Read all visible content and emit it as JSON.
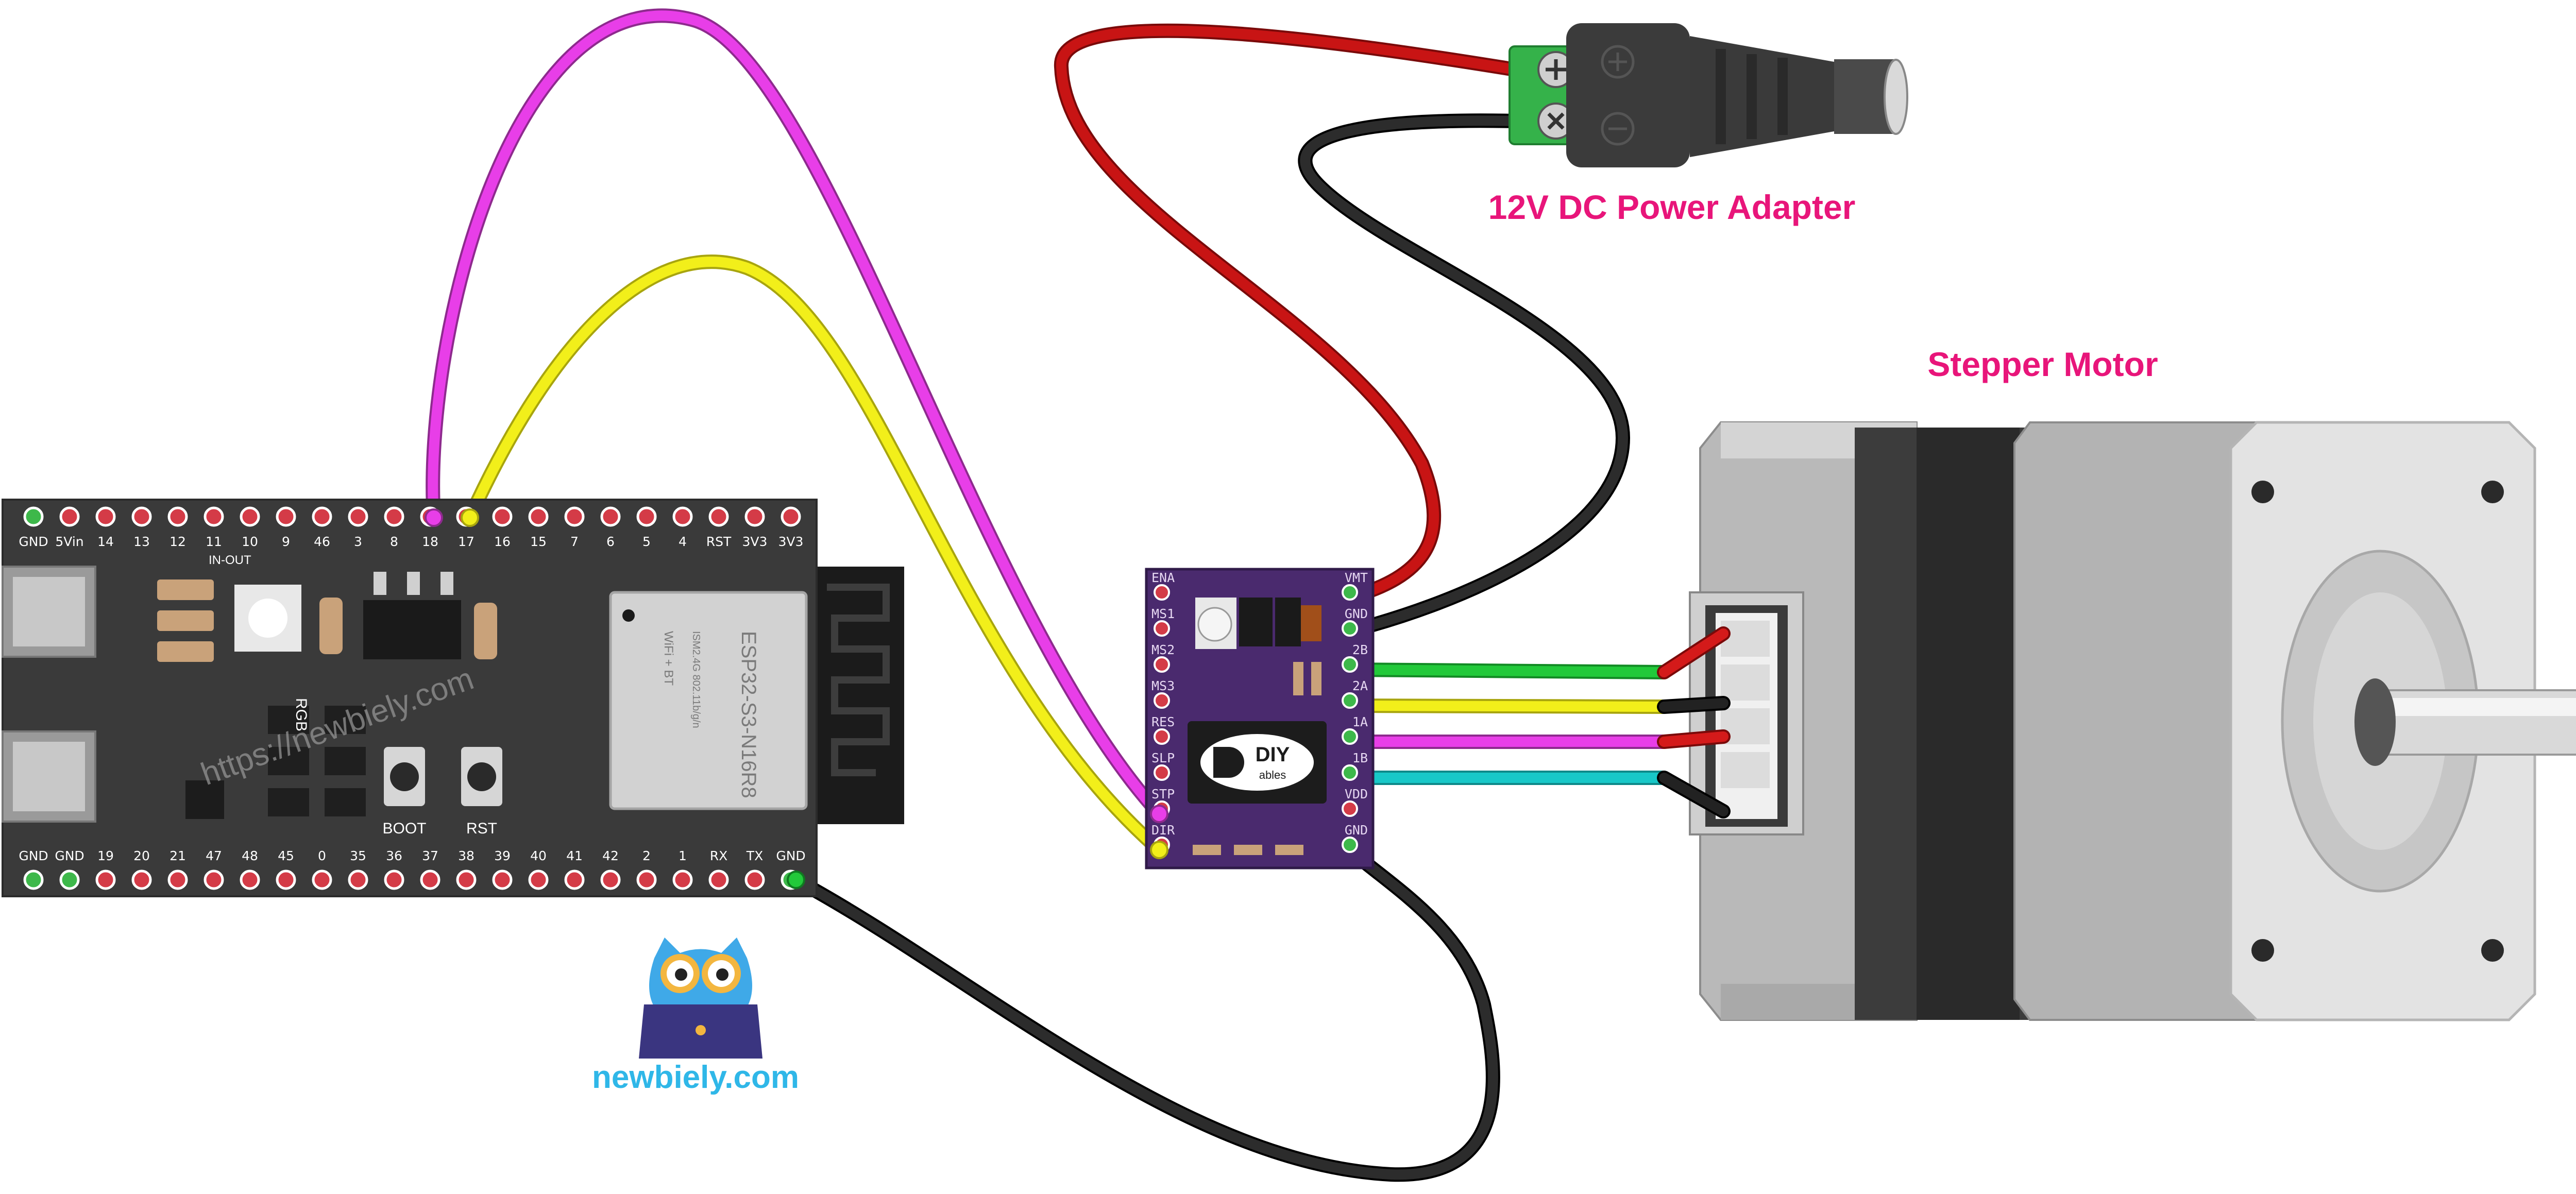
{
  "labels": {
    "power_adapter": "12V DC Power Adapter",
    "stepper_motor": "Stepper Motor",
    "brand": "newbiely.com",
    "watermark": "https://newbiely.com"
  },
  "esp32": {
    "module_name": "ESP32-S3-N16R8",
    "module_sub1": "WiFi + BT",
    "module_sub2": "ISM2.4G 802.11b/g/n",
    "rgb_label": "RGB",
    "inout_label": "IN-OUT",
    "boot_label": "BOOT",
    "rst_label": "RST",
    "top_pins": [
      "GND",
      "5Vin",
      "14",
      "13",
      "12",
      "11",
      "10",
      "9",
      "46",
      "3",
      "8",
      "18",
      "17",
      "16",
      "15",
      "7",
      "6",
      "5",
      "4",
      "RST",
      "3V3",
      "3V3"
    ],
    "bottom_pins": [
      "GND",
      "GND",
      "19",
      "20",
      "21",
      "47",
      "48",
      "45",
      "0",
      "35",
      "36",
      "37",
      "38",
      "39",
      "40",
      "41",
      "42",
      "2",
      "1",
      "RX",
      "TX",
      "GND"
    ]
  },
  "driver": {
    "left_pins": [
      "ENA",
      "MS1",
      "MS2",
      "MS3",
      "RES",
      "SLP",
      "STP",
      "DIR"
    ],
    "right_pins": [
      "VMT",
      "GND",
      "2B",
      "2A",
      "1A",
      "1B",
      "VDD",
      "GND"
    ],
    "logo_text": "DIY",
    "logo_sub": "ables"
  },
  "colors": {
    "wire_pink": "#e83ee8",
    "wire_yellow": "#f2ef1a",
    "wire_red": "#c81414",
    "wire_black": "#1c1c1c",
    "wire_green": "#22c93a",
    "wire_cyan": "#18c8c8",
    "label_pink": "#e8157a",
    "brand_blue": "#2fb7e8",
    "board": "#3a3a3a",
    "driver": "#4a2a6e"
  }
}
